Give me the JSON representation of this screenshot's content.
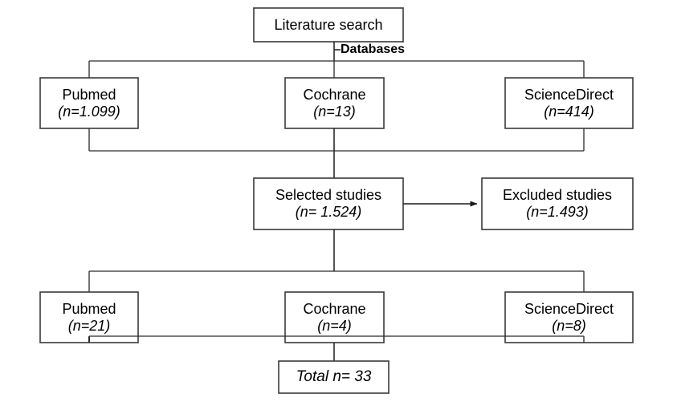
{
  "diagram": {
    "title": "Literature search flow diagram",
    "type": "flowchart",
    "background_color": "#ffffff",
    "line_color": "#1a1a1a",
    "box_border_color": "#3a3a3a",
    "nodes": {
      "literature_search": {
        "line1": "Literature search"
      },
      "pubmed_top": {
        "line1": "Pubmed",
        "line2": "(n=1.099)"
      },
      "cochrane_top": {
        "line1": "Cochrane",
        "line2": "(n=13)"
      },
      "sciencedirect_top": {
        "line1": "ScienceDirect",
        "line2": "(n=414)"
      },
      "selected_studies": {
        "line1": "Selected studies",
        "line2": "(n= 1.524)"
      },
      "excluded_studies": {
        "line1": "Excluded studies",
        "line2": "(n=1.493)"
      },
      "pubmed_bottom": {
        "line1": "Pubmed",
        "line2": "(n=21)"
      },
      "cochrane_bottom": {
        "line1": "Cochrane",
        "line2": "(n=4)"
      },
      "sciencedirect_bottom": {
        "line1": "ScienceDirect",
        "line2": "(n=8)"
      },
      "total": {
        "line1": "Total  n= 33"
      }
    },
    "edge_labels": {
      "databases": "Databases"
    }
  }
}
